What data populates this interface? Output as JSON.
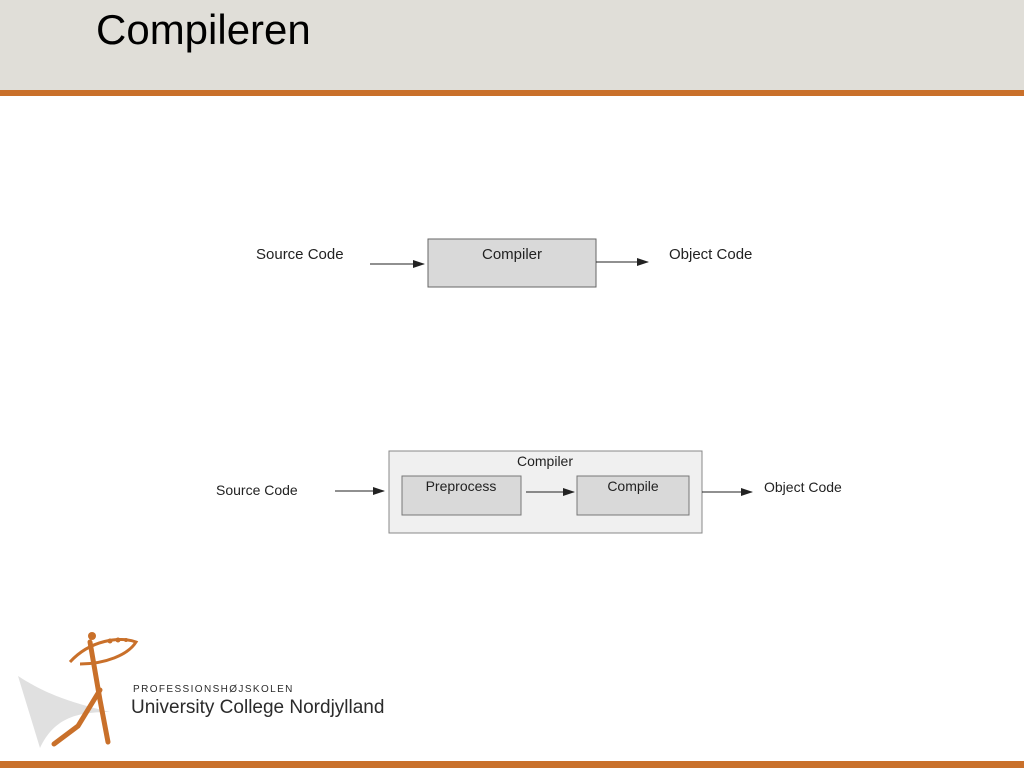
{
  "slide": {
    "title": "Compileren"
  },
  "diagram1": {
    "input_label": "Source Code",
    "box_label": "Compiler",
    "output_label": "Object Code"
  },
  "diagram2": {
    "input_label": "Source Code",
    "container_label": "Compiler",
    "step1_label": "Preprocess",
    "step2_label": "Compile",
    "output_label": "Object Code"
  },
  "logo": {
    "line1": "PROFESSIONSHØJSKOLEN",
    "line2": "University College Nordjylland"
  },
  "colors": {
    "accent": "#c9702a",
    "header_bg": "#e0ded8",
    "box_fill": "#d9d9d9",
    "container_fill": "#f0f0f0"
  }
}
